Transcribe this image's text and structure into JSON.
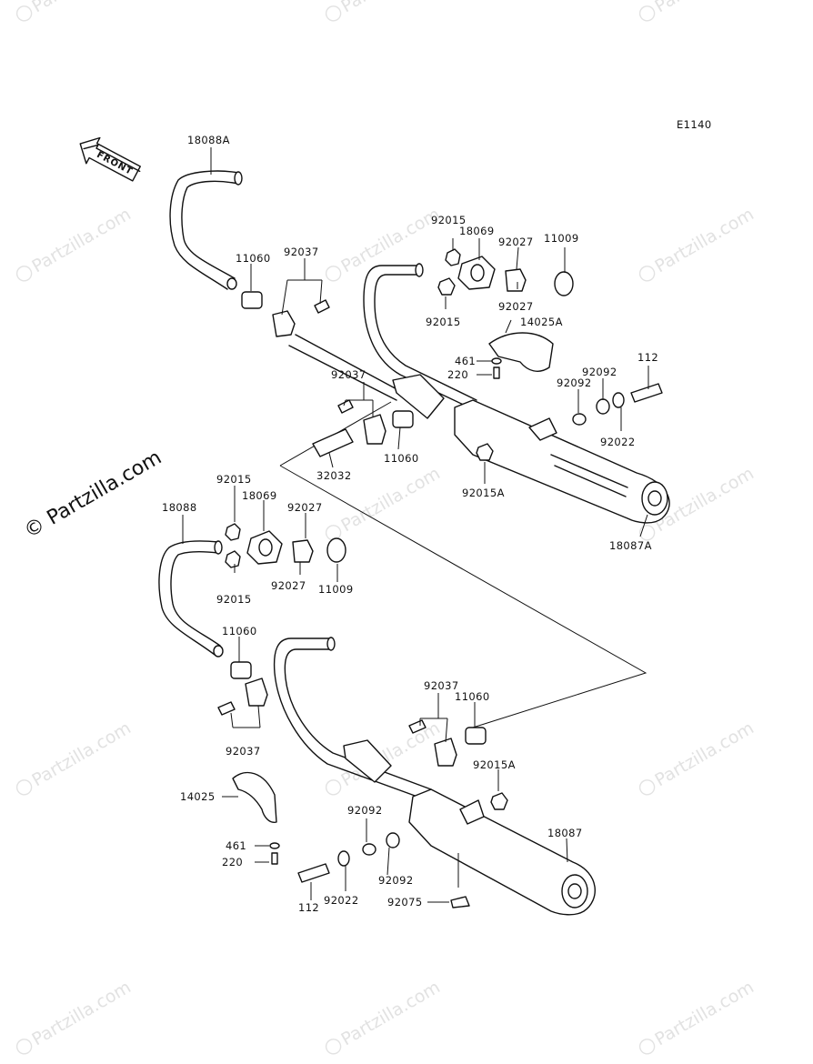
{
  "diagram": {
    "code": "E1140",
    "front_arrow_text": "FRONT",
    "side_watermark": "© Partzilla.com",
    "watermark_text": "Partzilla.com",
    "labels": {
      "l18088A": "18088A",
      "l11060a": "11060",
      "l92037a": "92037",
      "l92015a": "92015",
      "l18069a": "18069",
      "l92027a": "92027",
      "l11009a": "11009",
      "l92027b": "92027",
      "l92015b": "92015",
      "l14025A": "14025A",
      "l461a": "461",
      "l220a": "220",
      "l112a": "112",
      "l92092a": "92092",
      "l92092b": "92092",
      "l92037b": "92037",
      "l11060b": "11060",
      "l32032": "32032",
      "l92015A1": "92015A",
      "l92022a": "92022",
      "l18087A": "18087A",
      "l92015c": "92015",
      "l18088": "18088",
      "l18069b": "18069",
      "l92027c": "92027",
      "l92015d": "92015",
      "l92027d": "92027",
      "l11009b": "11009",
      "l11060c": "11060",
      "l92037c": "92037",
      "l92037d": "92037",
      "l11060d": "11060",
      "l92015A2": "92015A",
      "l14025": "14025",
      "l461b": "461",
      "l220b": "220",
      "l92092c": "92092",
      "l92092d": "92092",
      "l18087": "18087",
      "l112b": "112",
      "l92022b": "92022",
      "l92075": "92075"
    }
  }
}
